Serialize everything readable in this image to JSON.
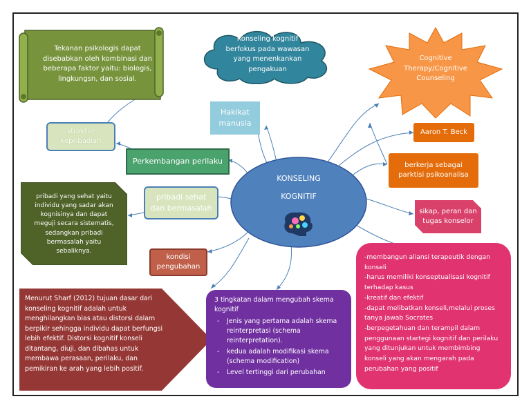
{
  "center": {
    "title": "KONSELING",
    "subtitle": "KOGNITIF",
    "icon": "brain-gears-icon"
  },
  "scroll_text": "Tekanan psikologis dapat disebabkan oleh kombinasi dan beberapa faktor yaitu: biologis, lingkungsn, dan sosial.",
  "cloud_text": "Konseling kognitif berfokus pada wawasan yang menenkankan pengakuan",
  "star_text": "Cognitive Therapy/Cognitive Counseling",
  "hakikat": "Hakikat manusia",
  "aaron": "Aaron T. Beck",
  "praktisi": "berkerja sebagai parktisi psikoanalisa",
  "sikap": "sikap, peran dan tugas konselor",
  "struktur": "sturktur kepribadian",
  "perkembangan": "Perkembangan perilaku",
  "sehat": "pribadi sehat dan bermasalah",
  "pribadi_desc": "pribadi yang sehat yaitu individu yang sadar akan kognisinya dan dapat meguji secara sistematis, sedangkan pribadi bermasalah yaitu sebaliknya.",
  "kondisi": "kondisi pengubahan",
  "sharf": "Menurut Sharf (2012) tujuan dasar dari konseling kognitif adalah untuk menghilangkan bias atau distorsi dalam berpikir sehingga individu dapat berfungsi lebih efektif. Distorsi kognitif konseli ditantang, diuji, dan dibahas untuk membawa perasaan, perilaku, dan pemikiran ke arah yang lebih positif.",
  "levels": {
    "title": "3 tingkatan dalam mengubah skema kognitif",
    "items": [
      "Jenis yang pertama adalah skema reinterpretasi (schema reinterpretation).",
      "kedua adalah modifikasi skema (schema modification)",
      "Level tertinggi dari perubahan"
    ]
  },
  "roles": [
    "-membangun aliansi terapeutik dengan konseli",
    "-harus memiliki konseptualisasi kognitif terhadap kasus",
    "-kreatif dan efektif",
    "-dapat melibatkan konseli,melalui proses tanya jawab Socrates",
    "-berpegetahuan dan terampil dalam penggunaan startegi kognitif dan perilaku yang ditunjukan untuk membimbing konseli yang akan mengarah pada perubahan yang positif"
  ],
  "colors": {
    "center": "#4f81bd",
    "scroll": "#77933c",
    "cloud": "#31859c",
    "star": "#f79646",
    "hakikat": "#93cddd",
    "aaron": "#e46c0a",
    "praktisi": "#e46c0a",
    "sikap": "#d9416b",
    "struktur": "#d7e4bd",
    "perkembangan": "#4aa26d",
    "sehat": "#d7e4bd",
    "pribadi_desc": "#4f6228",
    "kondisi": "#c0604b",
    "sharf": "#953735",
    "levels": "#7030a0",
    "roles": "#e0336f",
    "connector": "#4a7fb5"
  }
}
